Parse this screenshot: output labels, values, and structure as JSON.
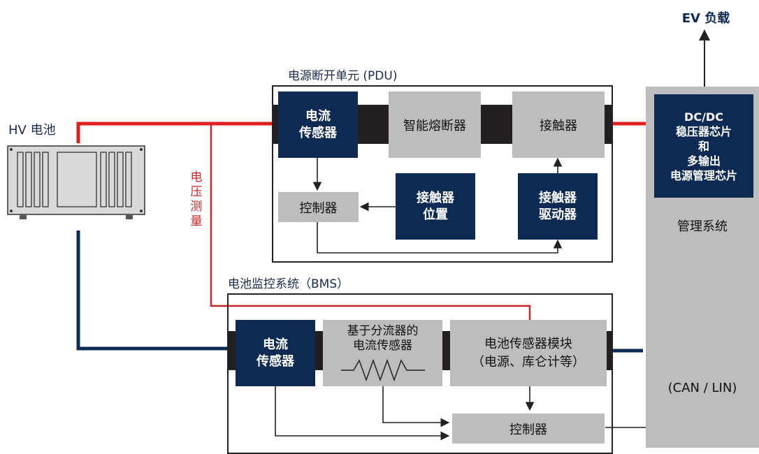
{
  "ev_load": "EV 负载",
  "hv_battery": "HV 电池",
  "voltage_measure": "电\n压\n测\n量",
  "pdu": {
    "title": "电源断开单元 (PDU)",
    "current_sensor": "电流\n传感器",
    "smart_fuse": "智能熔断器",
    "contactor": "接触器",
    "controller": "控制器",
    "contactor_position": "接触器\n位置",
    "contactor_driver": "接触器\n驱动器"
  },
  "bms": {
    "title": "电池监控系统（BMS）",
    "current_sensor": "电流\n传感器",
    "shunt_sensor": "基于分流器的\n电流传感器",
    "battery_sensor_module": "电池传感器模块\n（电源、库仑计等）",
    "controller": "控制器"
  },
  "management": {
    "dcdc": "DC/DC\n稳压器芯片\n和\n多输出\n电源管理芯片",
    "label": "管理系统",
    "bus": "(CAN / LIN)"
  },
  "colors": {
    "navy": "#0d2b52",
    "grey": "#bcbdbf",
    "red": "#e0201f",
    "bar": "#231f20"
  }
}
